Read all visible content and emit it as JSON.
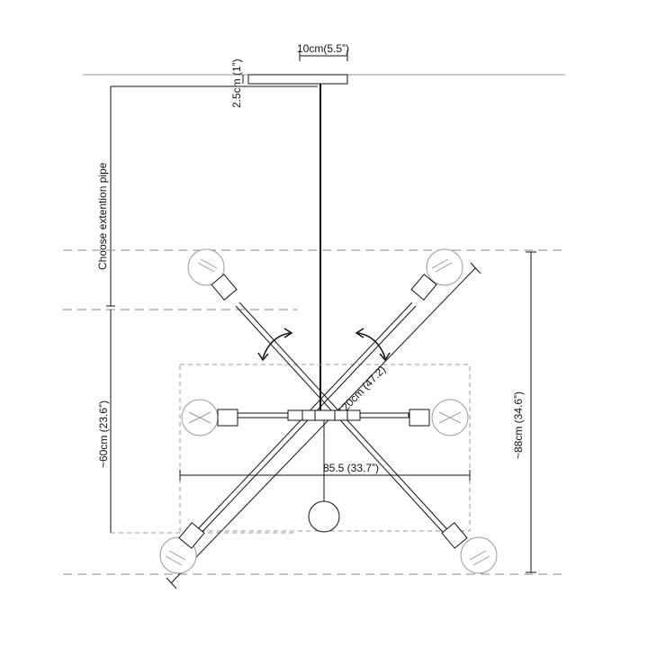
{
  "labels": {
    "canopy_width": "10cm(5.5ˮ)",
    "canopy_height": "2.5cm (1ˮ)",
    "extension_pipe": "Choose extention pipe",
    "body_height": "~60cm (23.6ˮ)",
    "overall_height": "~88cm (34.6ˮ)",
    "width": "85.5 (33.7ˮ)",
    "arm_length": "120cm (47.2)"
  },
  "colors": {
    "line": "#111111",
    "dash": "#888888",
    "bulb": "#999999"
  },
  "icons": [
    "rotate-arrow-icon",
    "bulb-icon",
    "socket-icon"
  ]
}
